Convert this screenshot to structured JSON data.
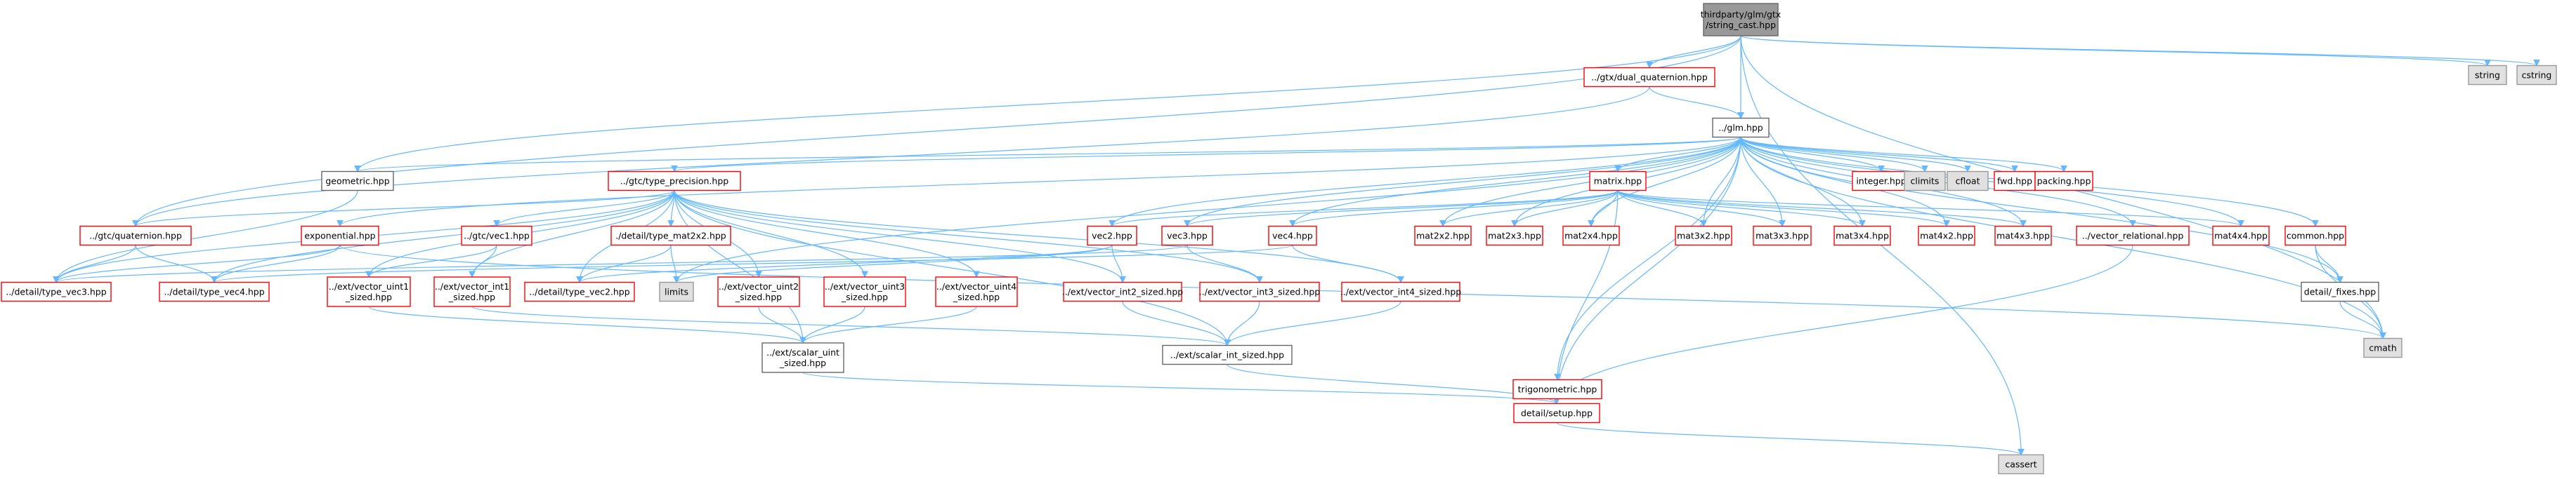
{
  "graph_title": "thirdparty/glm/gtx/string_cast.hpp",
  "colors": {
    "root_fill": "#999999",
    "root_stroke": "#666666",
    "red_stroke": "#ff0000",
    "black_stroke": "#666666",
    "system_fill": "#e0e0e0",
    "system_stroke": "#999999",
    "node_fill": "#ffffff",
    "edge": "#63b8ff"
  },
  "nodes": [
    {
      "id": "root",
      "label": [
        "thirdparty/glm/gtx",
        "/string_cast.hpp"
      ],
      "kind": "root"
    },
    {
      "id": "dq",
      "label": [
        "../gtx/dual_quaternion.hpp"
      ],
      "kind": "red"
    },
    {
      "id": "string",
      "label": [
        "string"
      ],
      "kind": "system"
    },
    {
      "id": "cstring",
      "label": [
        "cstring"
      ],
      "kind": "system"
    },
    {
      "id": "glm",
      "label": [
        "../glm.hpp"
      ],
      "kind": "plain"
    },
    {
      "id": "geometric",
      "label": [
        "geometric.hpp"
      ],
      "kind": "plain"
    },
    {
      "id": "typeprec",
      "label": [
        "../gtc/type_precision.hpp"
      ],
      "kind": "red"
    },
    {
      "id": "matrix",
      "label": [
        "matrix.hpp"
      ],
      "kind": "red"
    },
    {
      "id": "integer",
      "label": [
        "integer.hpp"
      ],
      "kind": "red"
    },
    {
      "id": "climits",
      "label": [
        "climits"
      ],
      "kind": "system"
    },
    {
      "id": "cfloat",
      "label": [
        "cfloat"
      ],
      "kind": "system"
    },
    {
      "id": "fwd",
      "label": [
        "fwd.hpp"
      ],
      "kind": "red"
    },
    {
      "id": "packing",
      "label": [
        "packing.hpp"
      ],
      "kind": "red"
    },
    {
      "id": "quat",
      "label": [
        "../gtc/quaternion.hpp"
      ],
      "kind": "red"
    },
    {
      "id": "exponential",
      "label": [
        "exponential.hpp"
      ],
      "kind": "red"
    },
    {
      "id": "gtcvec1",
      "label": [
        "../gtc/vec1.hpp"
      ],
      "kind": "red"
    },
    {
      "id": "mat2x2",
      "label": [
        "./detail/type_mat2x2.hpp"
      ],
      "kind": "red"
    },
    {
      "id": "vec2",
      "label": [
        "vec2.hpp"
      ],
      "kind": "red"
    },
    {
      "id": "vec3",
      "label": [
        "vec3.hpp"
      ],
      "kind": "red"
    },
    {
      "id": "vec4",
      "label": [
        "vec4.hpp"
      ],
      "kind": "red"
    },
    {
      "id": "mat2x2h",
      "label": [
        "mat2x2.hpp"
      ],
      "kind": "red"
    },
    {
      "id": "mat2x3h",
      "label": [
        "mat2x3.hpp"
      ],
      "kind": "red"
    },
    {
      "id": "mat2x4h",
      "label": [
        "mat2x4.hpp"
      ],
      "kind": "red"
    },
    {
      "id": "mat3x2h",
      "label": [
        "mat3x2.hpp"
      ],
      "kind": "red"
    },
    {
      "id": "mat3x3h",
      "label": [
        "mat3x3.hpp"
      ],
      "kind": "red"
    },
    {
      "id": "mat3x4h",
      "label": [
        "mat3x4.hpp"
      ],
      "kind": "red"
    },
    {
      "id": "mat4x2h",
      "label": [
        "mat4x2.hpp"
      ],
      "kind": "red"
    },
    {
      "id": "mat4x3h",
      "label": [
        "mat4x3.hpp"
      ],
      "kind": "red"
    },
    {
      "id": "vrel",
      "label": [
        "../vector_relational.hpp"
      ],
      "kind": "red"
    },
    {
      "id": "mat4x4h",
      "label": [
        "mat4x4.hpp"
      ],
      "kind": "red"
    },
    {
      "id": "common",
      "label": [
        "common.hpp"
      ],
      "kind": "red"
    },
    {
      "id": "tvec3",
      "label": [
        "../detail/type_vec3.hpp"
      ],
      "kind": "red"
    },
    {
      "id": "tvec4",
      "label": [
        "../detail/type_vec4.hpp"
      ],
      "kind": "red"
    },
    {
      "id": "vuint1",
      "label": [
        "../ext/vector_uint1",
        "_sized.hpp"
      ],
      "kind": "red"
    },
    {
      "id": "vint1",
      "label": [
        "../ext/vector_int1",
        "_sized.hpp"
      ],
      "kind": "red"
    },
    {
      "id": "tvec2",
      "label": [
        "../detail/type_vec2.hpp"
      ],
      "kind": "red"
    },
    {
      "id": "limits",
      "label": [
        "limits"
      ],
      "kind": "system"
    },
    {
      "id": "vuint2",
      "label": [
        "../ext/vector_uint2",
        "_sized.hpp"
      ],
      "kind": "red"
    },
    {
      "id": "vuint3",
      "label": [
        "../ext/vector_uint3",
        "_sized.hpp"
      ],
      "kind": "red"
    },
    {
      "id": "vuint4",
      "label": [
        "../ext/vector_uint4",
        "_sized.hpp"
      ],
      "kind": "red"
    },
    {
      "id": "vint2",
      "label": [
        "../ext/vector_int2_sized.hpp"
      ],
      "kind": "red"
    },
    {
      "id": "vint3",
      "label": [
        "../ext/vector_int3_sized.hpp"
      ],
      "kind": "red"
    },
    {
      "id": "vint4",
      "label": [
        "../ext/vector_int4_sized.hpp"
      ],
      "kind": "red"
    },
    {
      "id": "fixes",
      "label": [
        "detail/_fixes.hpp"
      ],
      "kind": "plain"
    },
    {
      "id": "cmath",
      "label": [
        "cmath"
      ],
      "kind": "system"
    },
    {
      "id": "suint",
      "label": [
        "../ext/scalar_uint",
        "_sized.hpp"
      ],
      "kind": "plain"
    },
    {
      "id": "sint",
      "label": [
        "../ext/scalar_int_sized.hpp"
      ],
      "kind": "plain"
    },
    {
      "id": "trig",
      "label": [
        "trigonometric.hpp"
      ],
      "kind": "red"
    },
    {
      "id": "setup",
      "label": [
        "detail/setup.hpp"
      ],
      "kind": "red"
    },
    {
      "id": "cassert",
      "label": [
        "cassert"
      ],
      "kind": "system"
    }
  ],
  "edges": [
    [
      "root",
      "dq"
    ],
    [
      "root",
      "string"
    ],
    [
      "root",
      "cstring"
    ],
    [
      "root",
      "glm"
    ],
    [
      "root",
      "quat"
    ],
    [
      "root",
      "cmath"
    ],
    [
      "root",
      "cassert"
    ],
    [
      "root",
      "geometric"
    ],
    [
      "dq",
      "glm"
    ],
    [
      "dq",
      "quat"
    ],
    [
      "glm",
      "geometric"
    ],
    [
      "glm",
      "typeprec"
    ],
    [
      "glm",
      "matrix"
    ],
    [
      "glm",
      "integer"
    ],
    [
      "glm",
      "climits"
    ],
    [
      "glm",
      "cfloat"
    ],
    [
      "glm",
      "fwd"
    ],
    [
      "glm",
      "packing"
    ],
    [
      "glm",
      "exponential"
    ],
    [
      "glm",
      "vec2"
    ],
    [
      "glm",
      "vec3"
    ],
    [
      "glm",
      "vec4"
    ],
    [
      "glm",
      "mat2x2h"
    ],
    [
      "glm",
      "mat2x3h"
    ],
    [
      "glm",
      "mat2x4h"
    ],
    [
      "glm",
      "mat3x2h"
    ],
    [
      "glm",
      "mat3x3h"
    ],
    [
      "glm",
      "mat3x4h"
    ],
    [
      "glm",
      "mat4x2h"
    ],
    [
      "glm",
      "mat4x3h"
    ],
    [
      "glm",
      "mat4x4h"
    ],
    [
      "glm",
      "vrel"
    ],
    [
      "glm",
      "common"
    ],
    [
      "glm",
      "trig"
    ],
    [
      "glm",
      "fixes"
    ],
    [
      "glm",
      "cmath"
    ],
    [
      "glm",
      "limits"
    ],
    [
      "glm",
      "setup"
    ],
    [
      "geometric",
      "tvec3"
    ],
    [
      "typeprec",
      "quat"
    ],
    [
      "typeprec",
      "gtcvec1"
    ],
    [
      "typeprec",
      "mat2x2"
    ],
    [
      "typeprec",
      "vuint1"
    ],
    [
      "typeprec",
      "vint1"
    ],
    [
      "typeprec",
      "tvec2"
    ],
    [
      "typeprec",
      "tvec3"
    ],
    [
      "typeprec",
      "tvec4"
    ],
    [
      "typeprec",
      "vuint2"
    ],
    [
      "typeprec",
      "vuint3"
    ],
    [
      "typeprec",
      "vuint4"
    ],
    [
      "typeprec",
      "vint2"
    ],
    [
      "typeprec",
      "vint3"
    ],
    [
      "typeprec",
      "vint4"
    ],
    [
      "typeprec",
      "suint"
    ],
    [
      "typeprec",
      "sint"
    ],
    [
      "matrix",
      "vec2"
    ],
    [
      "matrix",
      "vec3"
    ],
    [
      "matrix",
      "vec4"
    ],
    [
      "matrix",
      "mat2x2h"
    ],
    [
      "matrix",
      "mat2x3h"
    ],
    [
      "matrix",
      "mat2x4h"
    ],
    [
      "matrix",
      "mat3x2h"
    ],
    [
      "matrix",
      "mat3x3h"
    ],
    [
      "matrix",
      "mat3x4h"
    ],
    [
      "matrix",
      "mat4x2h"
    ],
    [
      "matrix",
      "mat4x3h"
    ],
    [
      "matrix",
      "mat4x4h"
    ],
    [
      "matrix",
      "setup"
    ],
    [
      "quat",
      "tvec3"
    ],
    [
      "quat",
      "tvec4"
    ],
    [
      "exponential",
      "tvec3"
    ],
    [
      "exponential",
      "tvec4"
    ],
    [
      "exponential",
      "cmath"
    ],
    [
      "gtcvec1",
      "vuint1"
    ],
    [
      "gtcvec1",
      "vint1"
    ],
    [
      "mat2x2",
      "tvec2"
    ],
    [
      "mat2x2",
      "limits"
    ],
    [
      "vec2",
      "tvec2"
    ],
    [
      "vec2",
      "vint2"
    ],
    [
      "vec2",
      "limits"
    ],
    [
      "vec3",
      "tvec3"
    ],
    [
      "vec3",
      "vint3"
    ],
    [
      "vec4",
      "tvec4"
    ],
    [
      "vec4",
      "vint4"
    ],
    [
      "vrel",
      "setup"
    ],
    [
      "common",
      "fixes"
    ],
    [
      "common",
      "cmath"
    ],
    [
      "fixes",
      "cmath"
    ],
    [
      "vuint1",
      "suint"
    ],
    [
      "vint1",
      "sint"
    ],
    [
      "vuint2",
      "suint"
    ],
    [
      "vuint3",
      "suint"
    ],
    [
      "vuint4",
      "suint"
    ],
    [
      "vint2",
      "sint"
    ],
    [
      "vint3",
      "sint"
    ],
    [
      "vint4",
      "sint"
    ],
    [
      "suint",
      "setup"
    ],
    [
      "sint",
      "setup"
    ],
    [
      "trig",
      "setup"
    ],
    [
      "setup",
      "cassert"
    ]
  ]
}
